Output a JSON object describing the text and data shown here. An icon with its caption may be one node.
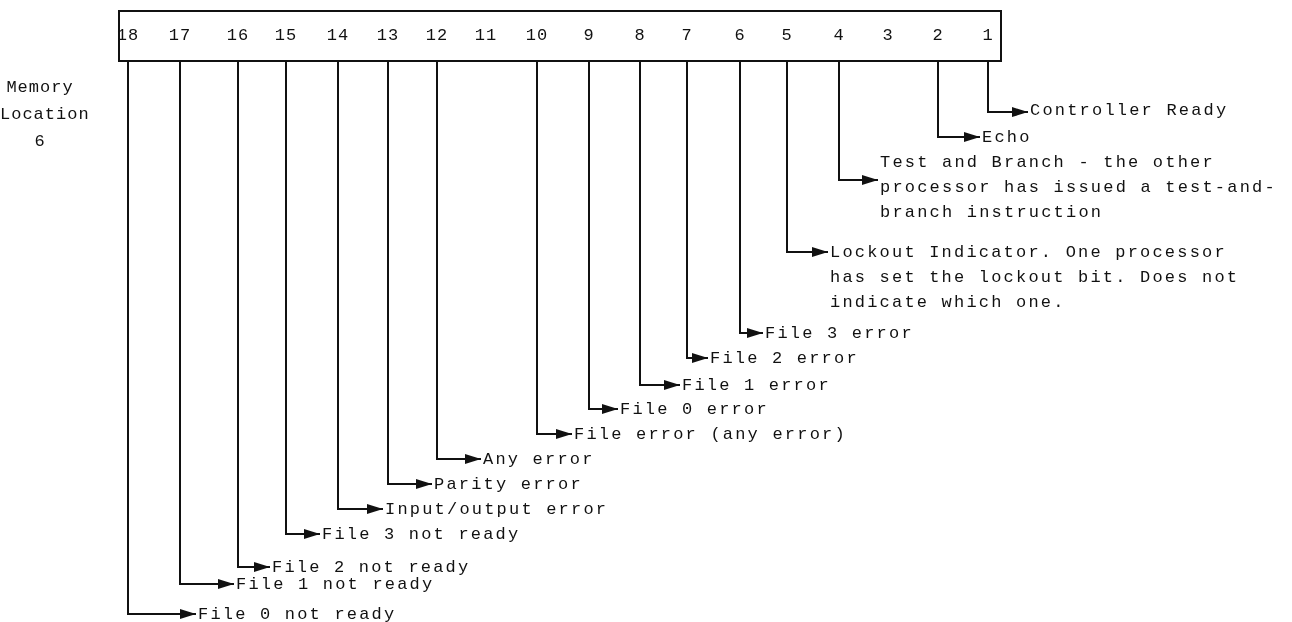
{
  "diagram": {
    "nodes": [
      {
        "text": [],
        "shape": "box"
      },
      {
        "text": [
          "18"
        ],
        "in": 0
      },
      {
        "text": [
          "17"
        ],
        "in": 0
      },
      {
        "text": [
          "16"
        ],
        "in": 0
      },
      {
        "text": [
          "15"
        ],
        "in": 0
      },
      {
        "text": [
          "14"
        ],
        "in": 0
      },
      {
        "text": [
          "13"
        ],
        "in": 0
      },
      {
        "text": [
          "12"
        ],
        "in": 0
      },
      {
        "text": [
          "11"
        ],
        "in": 0
      },
      {
        "text": [
          "10"
        ],
        "in": 0
      },
      {
        "text": [
          "9"
        ],
        "in": 0
      },
      {
        "text": [
          "8"
        ],
        "in": 0
      },
      {
        "text": [
          "7"
        ],
        "in": 0
      },
      {
        "text": [
          "6"
        ],
        "in": 0
      },
      {
        "text": [
          "5"
        ],
        "in": 0
      },
      {
        "text": [
          "4"
        ],
        "in": 0
      },
      {
        "text": [
          "3"
        ],
        "in": 0
      },
      {
        "text": [
          "2"
        ],
        "in": 0
      },
      {
        "text": [
          "1"
        ],
        "in": 0
      },
      {
        "text": [
          "Controller Ready"
        ]
      },
      {
        "text": [
          "Echo"
        ]
      },
      {
        "text": [
          "Test and Branch - the other processor has issued a test-and-branch instruction"
        ]
      },
      {
        "text": [
          "Lockout Indicator. One processor has set the lockout bit. Does not indicate which one."
        ]
      },
      {
        "text": [
          "File 3 error"
        ]
      },
      {
        "text": [
          "File 2 error"
        ]
      },
      {
        "text": [
          "File 1 error"
        ]
      },
      {
        "text": [
          "File 0 error"
        ]
      },
      {
        "text": [
          "File error (any error)"
        ]
      },
      {
        "text": [
          "Any error"
        ]
      },
      {
        "text": [
          "Parity error"
        ]
      },
      {
        "text": [
          "Input/output error"
        ]
      },
      {
        "text": [
          "File 3 not ready"
        ]
      },
      {
        "text": [
          "File 2 not ready"
        ]
      },
      {
        "text": [
          "File 1 not ready"
        ]
      },
      {
        "text": [
          "File 0 not ready"
        ]
      }
    ],
    "edges": [
      {
        "from": 18,
        "to": 19,
        "arrow": "to"
      },
      {
        "from": 17,
        "to": 20,
        "arrow": "to"
      },
      {
        "from": 15,
        "to": 21,
        "arrow": "to"
      },
      {
        "from": 14,
        "to": 22,
        "arrow": "to"
      },
      {
        "from": 13,
        "to": 23,
        "arrow": "to"
      },
      {
        "from": 12,
        "to": 24,
        "arrow": "to"
      },
      {
        "from": 11,
        "to": 25,
        "arrow": "to"
      },
      {
        "from": 10,
        "to": 26,
        "arrow": "to"
      },
      {
        "from": 9,
        "to": 27,
        "arrow": "to"
      },
      {
        "from": 7,
        "to": 28,
        "arrow": "to"
      },
      {
        "from": 6,
        "to": 29,
        "arrow": "to"
      },
      {
        "from": 5,
        "to": 30,
        "arrow": "to"
      },
      {
        "from": 4,
        "to": 31,
        "arrow": "to"
      },
      {
        "from": 3,
        "to": 32,
        "arrow": "to"
      },
      {
        "from": 2,
        "to": 33,
        "arrow": "to"
      },
      {
        "from": 1,
        "to": 34,
        "arrow": "to"
      }
    ],
    "labels": [
      "Memory Location 6"
    ]
  }
}
